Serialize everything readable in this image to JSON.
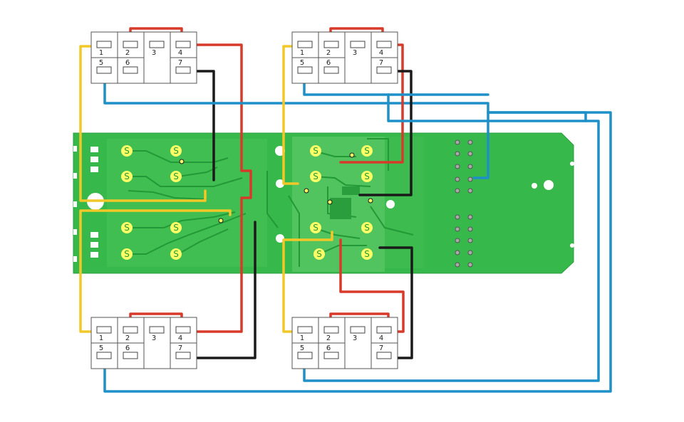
{
  "colors": {
    "board": "#36b84a",
    "board_dark": "#2a9e3c",
    "board_light": "#5cc969",
    "trace": "#229936",
    "pad": "#ffff66",
    "red_wire": "#d83a2a",
    "black_wire": "#1a1a1a",
    "yellow_wire": "#f2c828",
    "blue_wire": "#1e90c8",
    "connector_fill": "#ffffff",
    "connector_stroke": "#555555"
  },
  "connectors": [
    {
      "name": "top-left",
      "pins": [
        "1",
        "2",
        "3",
        "4",
        "5",
        "6",
        "7"
      ]
    },
    {
      "name": "top-right",
      "pins": [
        "1",
        "2",
        "3",
        "4",
        "5",
        "6",
        "7"
      ]
    },
    {
      "name": "bottom-left",
      "pins": [
        "1",
        "2",
        "3",
        "4",
        "5",
        "6",
        "7"
      ]
    },
    {
      "name": "bottom-right",
      "pins": [
        "1",
        "2",
        "3",
        "4",
        "5",
        "6",
        "7"
      ]
    }
  ]
}
